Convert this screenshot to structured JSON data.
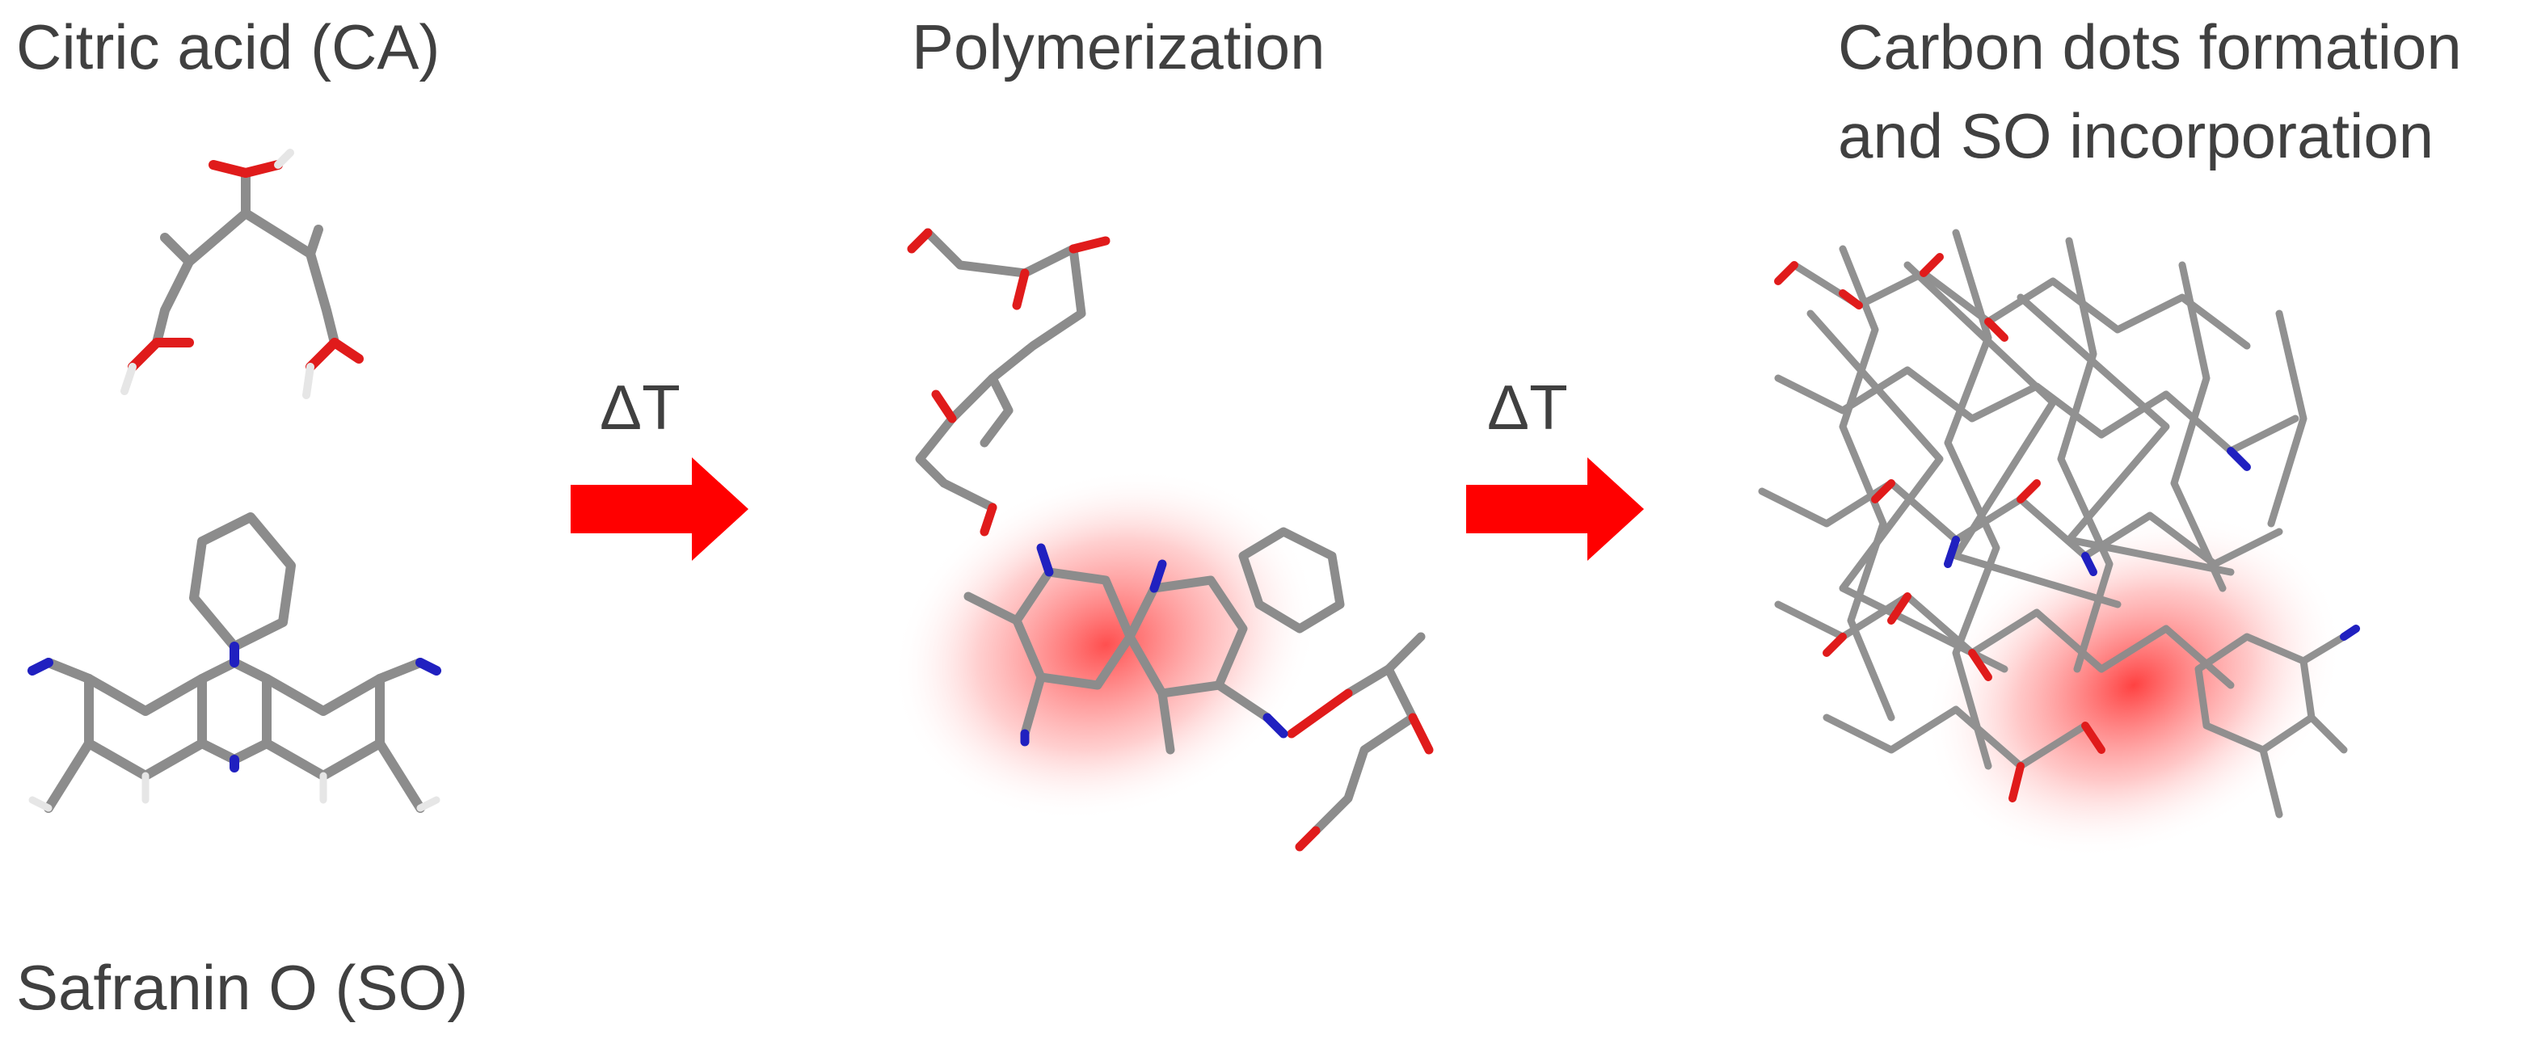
{
  "labels": {
    "citric_acid": "Citric acid (CA)",
    "safranin": "Safranin O (SO)",
    "polymerization": "Polymerization",
    "carbon_dots_line1": "Carbon dots formation",
    "carbon_dots_line2": "and SO incorporation",
    "heat_1": "ΔT",
    "heat_2": "ΔT"
  },
  "colors": {
    "bond_gray": "#8c8c8c",
    "oxygen": "#e01b1b",
    "nitrogen": "#2020c0",
    "arrow": "#ff0000",
    "glow": "#ff3030",
    "text": "#404040"
  }
}
